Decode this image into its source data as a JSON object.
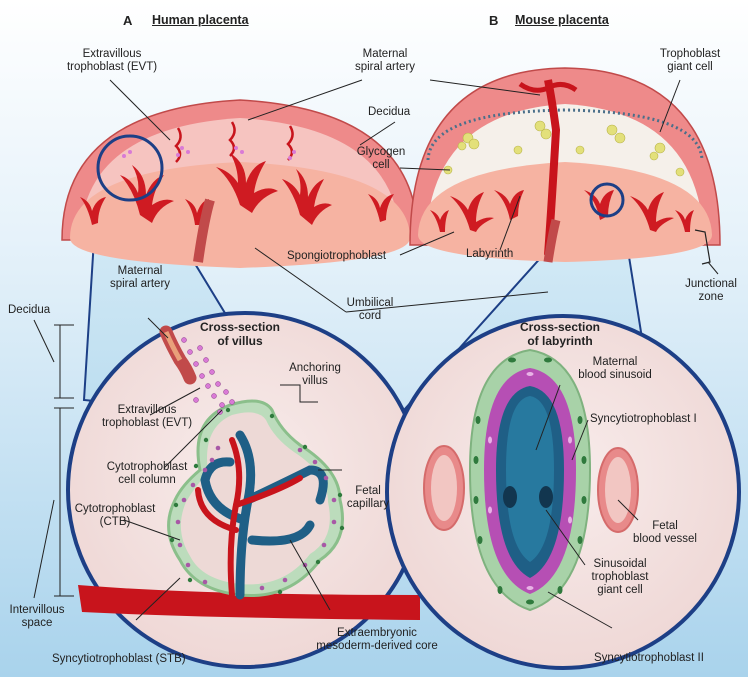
{
  "panels": {
    "a": {
      "letter": "A",
      "title": "Human placenta"
    },
    "b": {
      "letter": "B",
      "title": "Mouse placenta"
    }
  },
  "human_labels": {
    "evt_top_1": "Extravillous",
    "evt_top_2": "trophoblast (EVT)",
    "spiral_top_1": "Maternal",
    "spiral_top_2": "spiral artery",
    "decidua_top": "Decidua",
    "umbilical_1": "Umbilical",
    "umbilical_2": "cord",
    "decidua_side": "Decidua",
    "spiral_inset_1": "Maternal",
    "spiral_inset_2": "spiral artery",
    "evt_inset_1": "Extravillous",
    "evt_inset_2": "trophoblast (EVT)",
    "ctb_column_1": "Cytotrophoblast",
    "ctb_column_2": "cell column",
    "ctb_1": "Cytotrophoblast",
    "ctb_2": "(CTB)",
    "intervillous_1": "Intervillous",
    "intervillous_2": "space",
    "stb": "Syncytiotrophoblast (STB)",
    "anchoring_1": "Anchoring",
    "anchoring_2": "villus",
    "fetal_cap_1": "Fetal",
    "fetal_cap_2": "capillary",
    "core_1": "Extraembryonic",
    "core_2": "mesoderm-derived core",
    "xsection_1": "Cross-section",
    "xsection_2": "of villus"
  },
  "mouse_labels": {
    "tgc_1": "Trophoblast",
    "tgc_2": "giant cell",
    "glycogen_1": "Glycogen",
    "glycogen_2": "cell",
    "spongio": "Spongiotrophoblast",
    "labyrinth": "Labyrinth",
    "junctional_1": "Junctional",
    "junctional_2": "zone",
    "xsection_1": "Cross-section",
    "xsection_2": "of labyrinth",
    "sinusoid_1": "Maternal",
    "sinusoid_2": "blood sinusoid",
    "syn1": "Syncytiotrophoblast I",
    "fbv_1": "Fetal",
    "fbv_2": "blood vessel",
    "stgc_1": "Sinusoidal",
    "stgc_2": "trophoblast",
    "stgc_3": "giant cell",
    "syn2": "Syncytiotrophoblast II"
  },
  "colors": {
    "background_top": "#ffffff",
    "background_bottom": "#a9d3ec",
    "decidua": "#e86a6a",
    "maternal_blood": "#c8141c",
    "fetal_blood": "#1f5f86",
    "placenta_tissue": "#f7b3a3",
    "trophoblast": "#a8d2a8",
    "syncytio_I": "#b64fb4",
    "inset_fill": "#f2e2e0"
  }
}
